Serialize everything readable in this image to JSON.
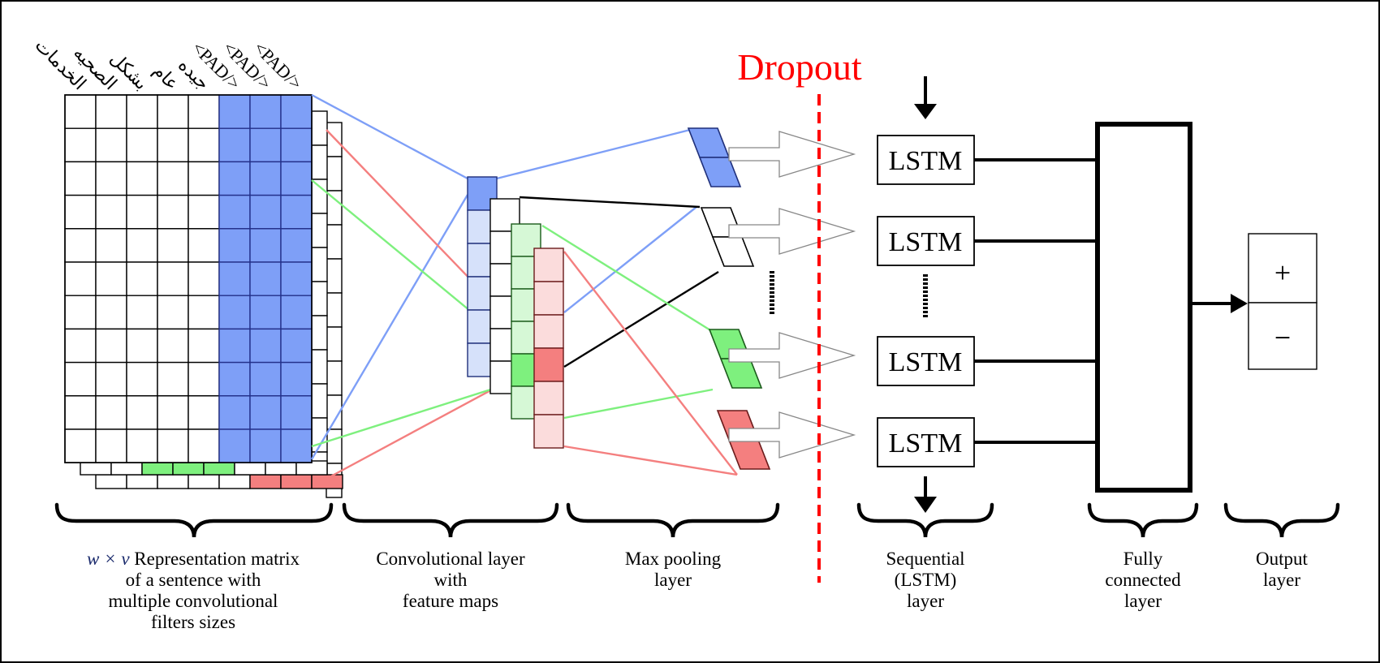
{
  "words": [
    "الخدمات",
    "الصحيه",
    "بشكل",
    "عام",
    "جيده",
    "<PAD/>",
    "<PAD/>",
    "<PAD/>"
  ],
  "dropout_label": "Dropout",
  "lstm_labels": [
    "LSTM",
    "LSTM",
    "LSTM",
    "LSTM"
  ],
  "output_symbols": {
    "positive": "+",
    "negative": "−"
  },
  "captions": {
    "representation": {
      "var": "w × v",
      "rest": " Representation matrix",
      "lines": [
        "of a sentence with",
        "multiple convolutional",
        "filters sizes"
      ]
    },
    "conv": [
      "Convolutional layer",
      "with",
      "feature maps"
    ],
    "pool": [
      "Max pooling",
      "layer"
    ],
    "lstm": [
      "Sequential",
      "(LSTM)",
      "layer"
    ],
    "fc": [
      "Fully",
      "connected",
      "layer"
    ],
    "output": [
      "Output",
      "layer"
    ]
  },
  "colors": {
    "blue": "#7e9ff7",
    "blue_light": "#d6e1fa",
    "green": "#7ef07e",
    "green_light": "#d6f8d6",
    "red": "#f47f7f",
    "red_light": "#fbdcdc",
    "dropout": "#ff0000"
  }
}
